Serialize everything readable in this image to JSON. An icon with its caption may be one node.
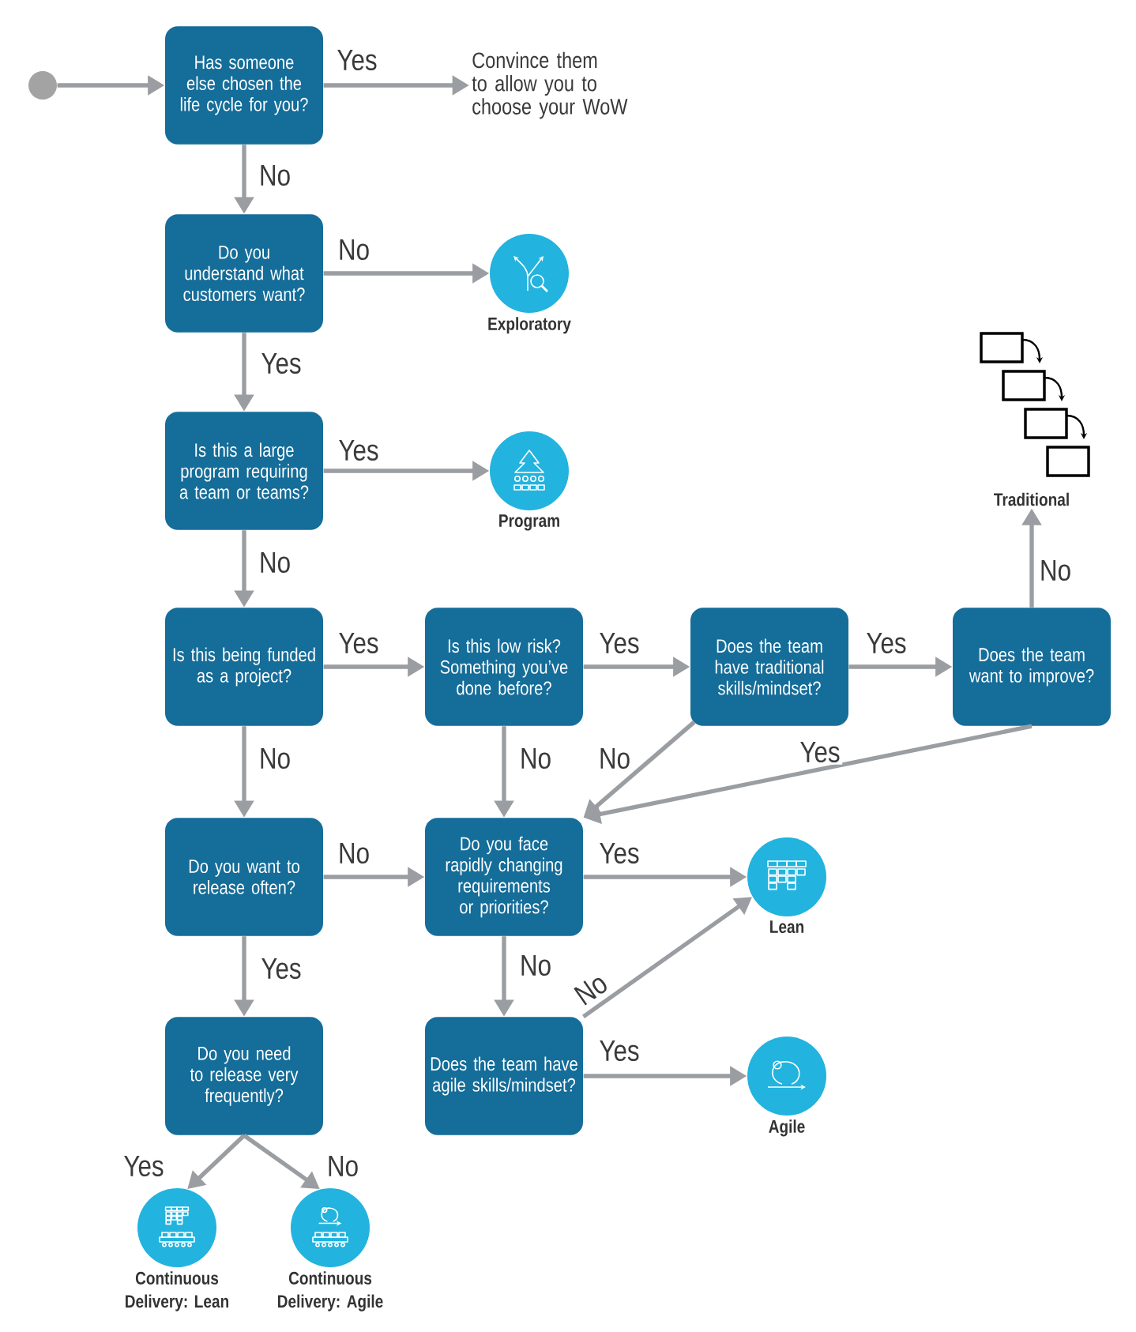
{
  "diagram": {
    "nodes": [
      {
        "text": [],
        "shape": "circle"
      },
      {
        "text": [
          "Has someone else chosen the life cycle for you?"
        ]
      },
      {
        "text": [
          "Convince them to allow you to choose your WoW"
        ]
      },
      {
        "text": [
          "Do you understand what customers want?"
        ]
      },
      {
        "text": [
          "Exploratory"
        ]
      },
      {
        "text": [
          "Is this a large program requiring a team or teams?"
        ]
      },
      {
        "text": [
          "Program"
        ]
      },
      {
        "text": [
          "Is this being funded as a project?"
        ]
      },
      {
        "text": [
          "Is this low risk? Something you’ve done before?"
        ]
      },
      {
        "text": [
          "Does the team have traditional skills/mindset?"
        ]
      },
      {
        "text": [
          "Does the team want to improve?"
        ]
      },
      {
        "text": [
          "Traditional"
        ]
      },
      {
        "text": [
          "Do you want to release often?"
        ]
      },
      {
        "text": [
          "Do you face rapidly changing requirements or priorities?"
        ]
      },
      {
        "text": [
          "Lean"
        ]
      },
      {
        "text": [
          "Do you need to release very frequently?"
        ]
      },
      {
        "text": [
          "Does the team have agile skills/mindset?"
        ]
      },
      {
        "text": [
          "Agile"
        ]
      },
      {
        "text": [
          "Continuous Delivery: Lean"
        ]
      },
      {
        "text": [
          "Continuous Delivery: Agile"
        ]
      }
    ],
    "edges": [
      {
        "from": 0,
        "to": 1,
        "arrow": "to"
      },
      {
        "from": 1,
        "to": 2,
        "arrow": "to",
        "label": "Yes"
      },
      {
        "from": 1,
        "to": 3,
        "arrow": "to",
        "label": "No"
      },
      {
        "from": 3,
        "to": 4,
        "arrow": "to",
        "label": "No"
      },
      {
        "from": 3,
        "to": 5,
        "arrow": "to",
        "label": "Yes"
      },
      {
        "from": 5,
        "to": 6,
        "arrow": "to",
        "label": "Yes"
      },
      {
        "from": 5,
        "to": 7,
        "arrow": "to",
        "label": "No"
      },
      {
        "from": 7,
        "to": 8,
        "arrow": "to",
        "label": "Yes"
      },
      {
        "from": 7,
        "to": 12,
        "arrow": "to",
        "label": "No"
      },
      {
        "from": 8,
        "to": 9,
        "arrow": "to",
        "label": "Yes"
      },
      {
        "from": 8,
        "to": 13,
        "arrow": "to",
        "label": "No"
      },
      {
        "from": 9,
        "to": 10,
        "arrow": "to",
        "label": "Yes"
      },
      {
        "from": 9,
        "to": 13,
        "arrow": "to",
        "label": "No"
      },
      {
        "from": 10,
        "to": 11,
        "arrow": "to",
        "label": "No"
      },
      {
        "from": 10,
        "to": 13,
        "arrow": "to",
        "label": "Yes"
      },
      {
        "from": 12,
        "to": 13,
        "arrow": "to",
        "label": "No"
      },
      {
        "from": 12,
        "to": 15,
        "arrow": "to",
        "label": "Yes"
      },
      {
        "from": 13,
        "to": 14,
        "arrow": "to",
        "label": "Yes"
      },
      {
        "from": 13,
        "to": 16,
        "arrow": "to",
        "label": "No"
      },
      {
        "from": 16,
        "to": 14,
        "arrow": "to",
        "label": "No"
      },
      {
        "from": 16,
        "to": 17,
        "arrow": "to",
        "label": "Yes"
      },
      {
        "from": 15,
        "to": 18,
        "arrow": "to",
        "label": "Yes"
      },
      {
        "from": 15,
        "to": 19,
        "arrow": "to",
        "label": "No"
      }
    ]
  }
}
